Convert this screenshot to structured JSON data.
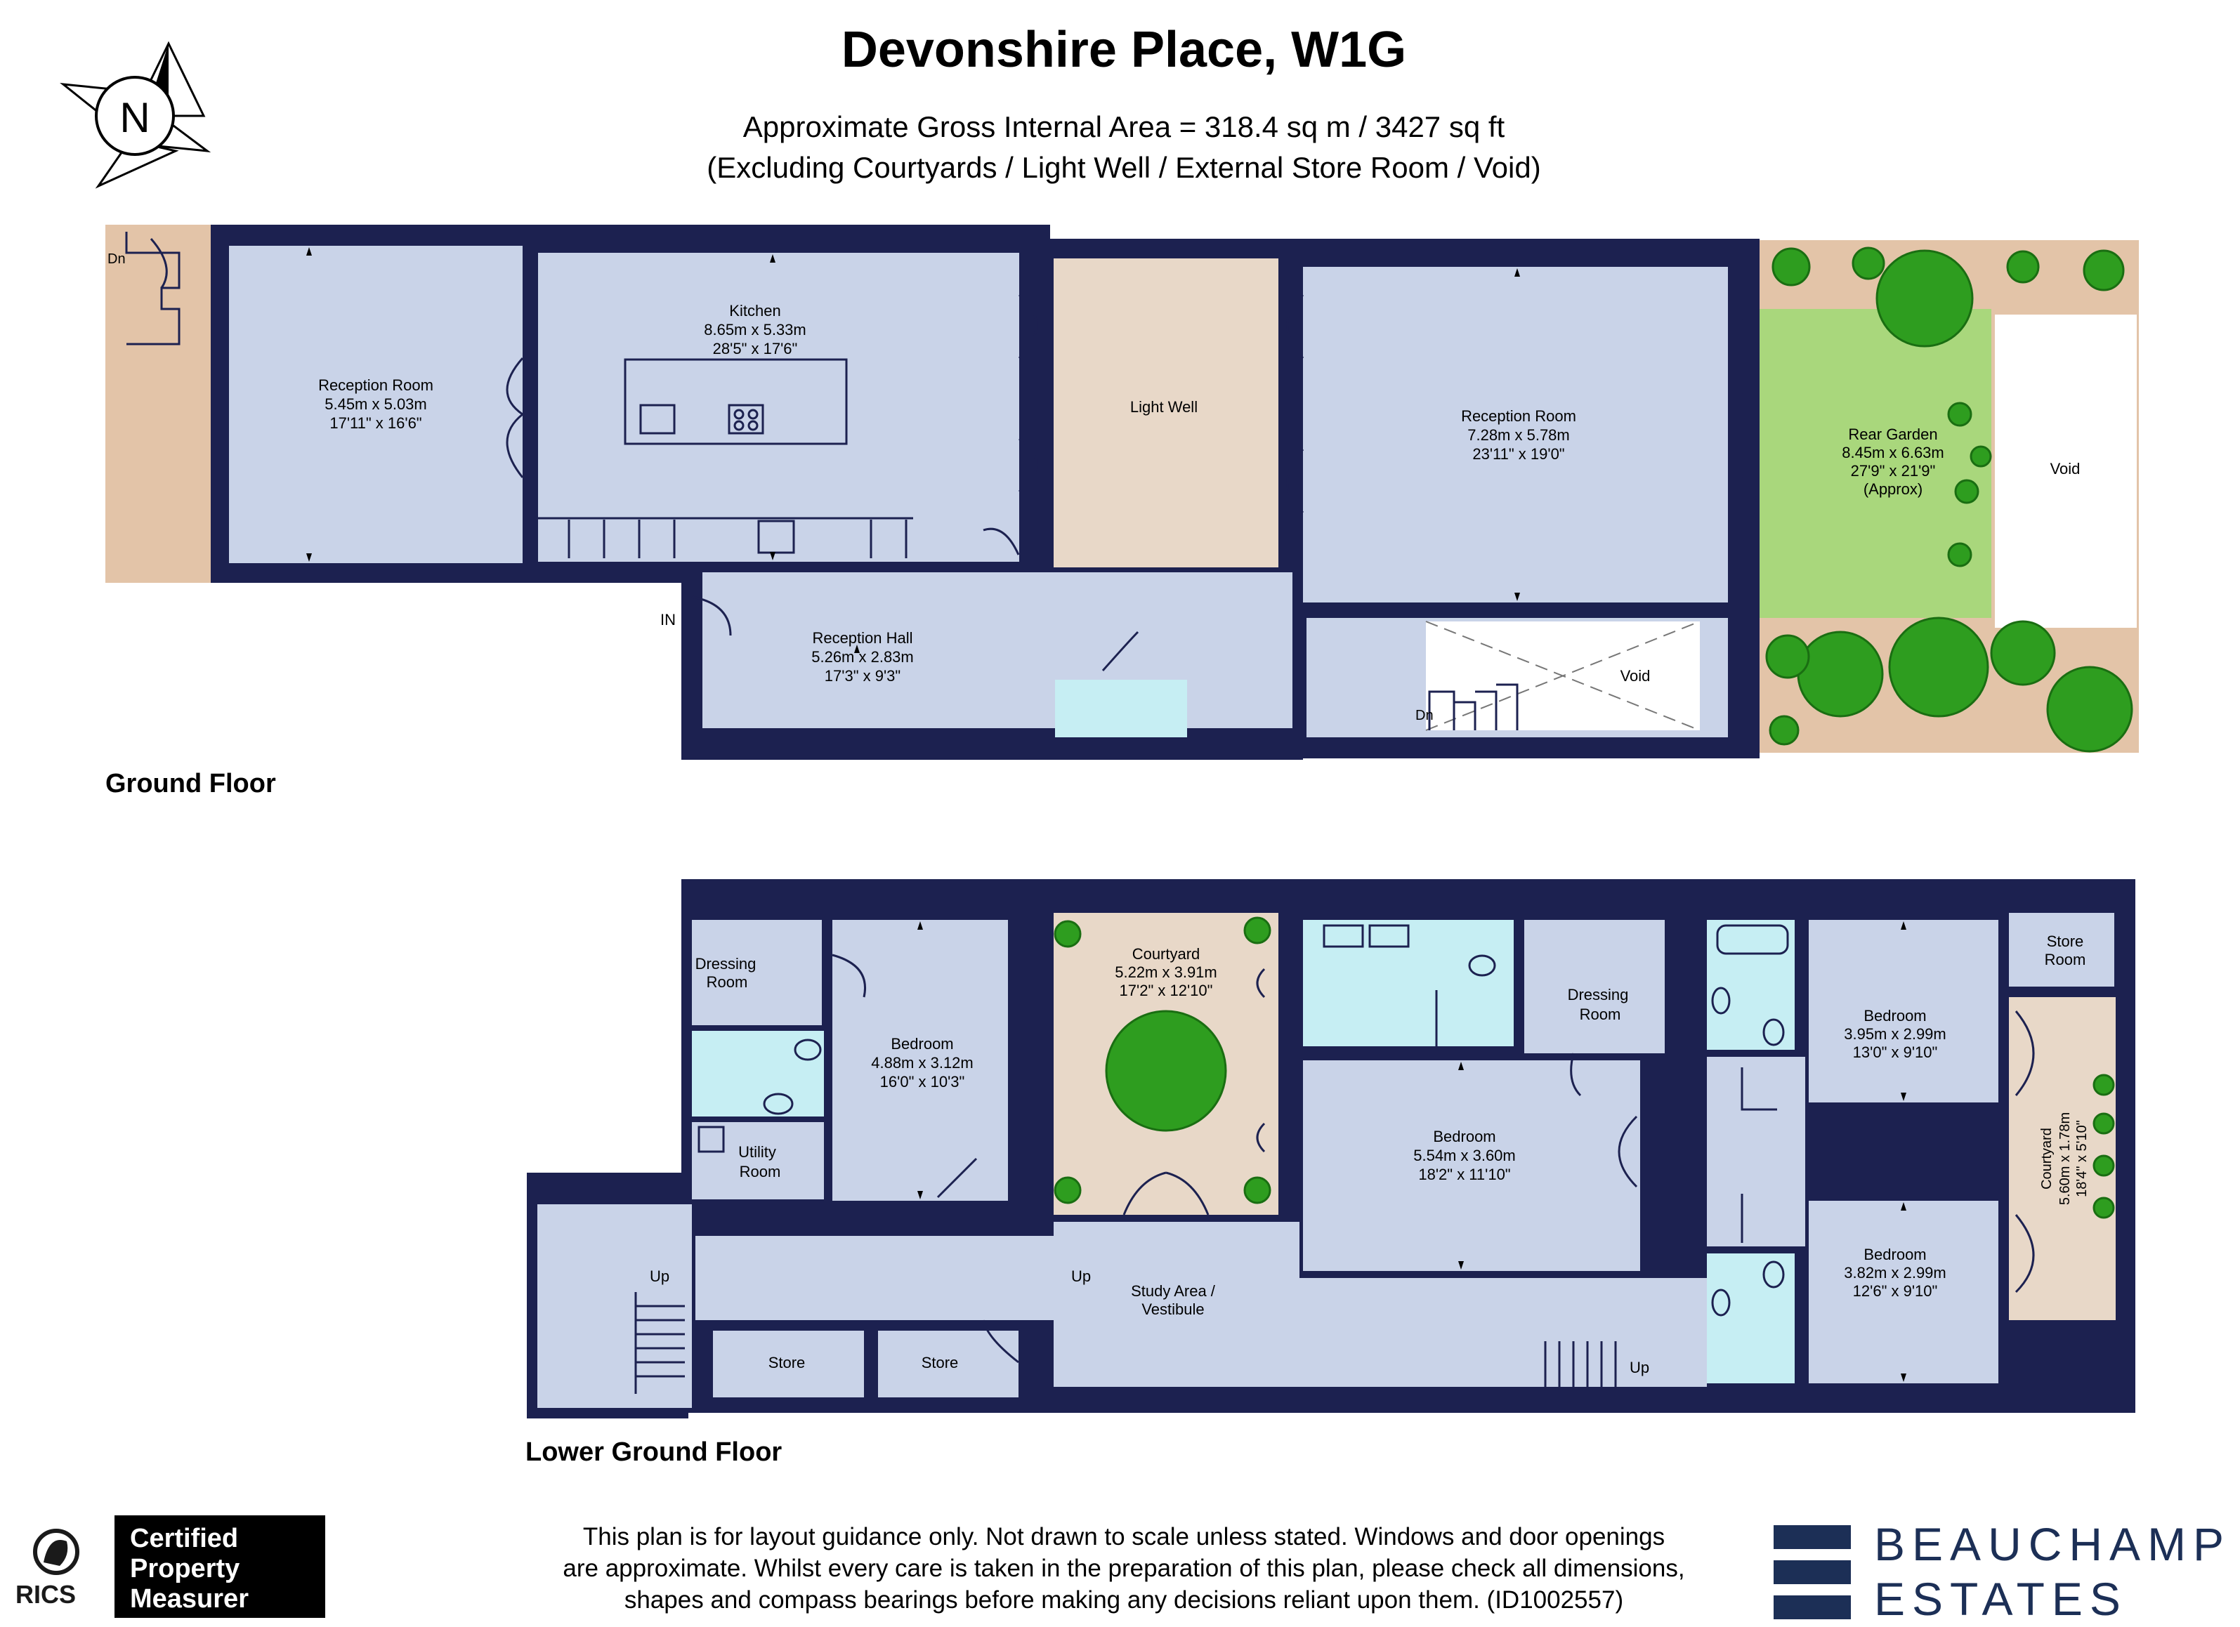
{
  "header": {
    "title": "Devonshire Place, W1G",
    "area_line": "Approximate Gross Internal Area = 318.4 sq m / 3427 sq ft",
    "exclusions_line": "(Excluding Courtyards / Light Well / External Store Room / Void)"
  },
  "compass": {
    "label": "N",
    "icon": "north-arrow-icon"
  },
  "ground_floor": {
    "label": "Ground Floor",
    "rooms": {
      "reception_front": {
        "name": "Reception Room",
        "metric": "5.45m x 5.03m",
        "imperial": "17'11\" x 16'6\""
      },
      "kitchen": {
        "name": "Kitchen",
        "metric": "8.65m x 5.33m",
        "imperial": "28'5\" x 17'6\""
      },
      "light_well": {
        "name": "Light Well"
      },
      "reception_rear": {
        "name": "Reception Room",
        "metric": "7.28m x 5.78m",
        "imperial": "23'11\" x 19'0\""
      },
      "rear_garden": {
        "name": "Rear Garden",
        "metric": "8.45m x 6.63m",
        "imperial": "27'9\" x 21'9\"",
        "note": "(Approx)"
      },
      "void_right": {
        "name": "Void"
      },
      "reception_hall": {
        "name": "Reception Hall",
        "metric": "5.26m x 2.83m",
        "imperial": "17'3\" x 9'3\""
      },
      "void_lower": {
        "name": "Void"
      }
    },
    "markers": {
      "entrance": "IN",
      "stairs_down_front": "Dn",
      "stairs_down_rear": "Dn"
    }
  },
  "lower_ground_floor": {
    "label": "Lower Ground Floor",
    "rooms": {
      "dressing_room_left": {
        "name_1": "Dressing",
        "name_2": "Room"
      },
      "bedroom_left": {
        "name": "Bedroom",
        "metric": "4.88m x 3.12m",
        "imperial": "16'0\" x 10'3\""
      },
      "utility_room": {
        "name_1": "Utility",
        "name_2": "Room"
      },
      "courtyard_center": {
        "name": "Courtyard",
        "metric": "5.22m x 3.91m",
        "imperial": "17'2\" x 12'10\""
      },
      "dressing_room_center": {
        "name_1": "Dressing",
        "name_2": "Room"
      },
      "bedroom_center": {
        "name": "Bedroom",
        "metric": "5.54m x 3.60m",
        "imperial": "18'2\" x 11'10\""
      },
      "bedroom_right_top": {
        "name": "Bedroom",
        "metric": "3.95m x 2.99m",
        "imperial": "13'0\" x 9'10\""
      },
      "store_room": {
        "name_1": "Store",
        "name_2": "Room"
      },
      "courtyard_right": {
        "name": "Courtyard",
        "size": "5.60m x 1.78m",
        "imperial": "18'4\" x 5'10\""
      },
      "bedroom_right_bottom": {
        "name": "Bedroom",
        "metric": "3.82m x 2.99m",
        "imperial": "12'6\" x 9'10\""
      },
      "study": {
        "name_1": "Study Area /",
        "name_2": "Vestibule"
      },
      "store_a": {
        "name": "Store"
      },
      "store_b": {
        "name": "Store"
      }
    },
    "markers": {
      "up_left": "Up",
      "up_center": "Up",
      "up_right": "Up"
    }
  },
  "footer": {
    "disclaimer_1": "This plan is for layout guidance only. Not drawn to scale unless stated. Windows and door openings",
    "disclaimer_2": "are approximate. Whilst every care is taken in the preparation of this plan, please check all dimensions,",
    "disclaimer_3": "shapes and compass bearings before making any decisions reliant upon them. (ID1002557)",
    "rics_label": "RICS",
    "cert_1": "Certified",
    "cert_2": "Property",
    "cert_3": "Measurer",
    "brand_1": "BEAUCHAMP",
    "brand_2": "ESTATES"
  },
  "colors": {
    "wall": "#1c2150",
    "room": "#c9d3e8",
    "light_well": "#e8d8c8",
    "garden": "#a9d77c",
    "paving": "#e3c4a8",
    "bathroom": "#c6eef3",
    "tree": "#2e9d1f",
    "brand": "#1c2f56"
  }
}
